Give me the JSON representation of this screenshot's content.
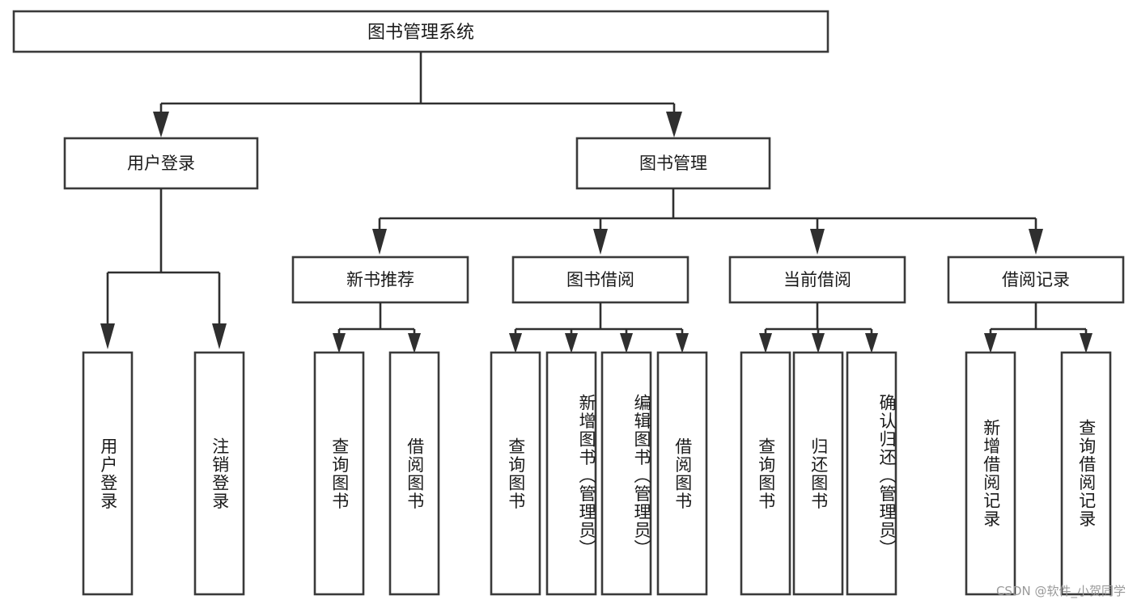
{
  "diagram": {
    "title": "图书管理系统",
    "type": "tree-hierarchy-diagram",
    "watermark": "CSDN @软件_小贺同学",
    "colors": {
      "background": "#ffffff",
      "box_border": "#3a3a3a",
      "connector": "#2f2f2f",
      "text": "#1a1a1a",
      "watermark": "#9a9a9a"
    },
    "root": {
      "label": "图书管理系统"
    },
    "level2": [
      {
        "label": "用户登录"
      },
      {
        "label": "图书管理"
      }
    ],
    "level3": [
      {
        "label": "新书推荐"
      },
      {
        "label": "图书借阅"
      },
      {
        "label": "当前借阅"
      },
      {
        "label": "借阅记录"
      }
    ],
    "leaves": {
      "user_login": [
        {
          "label": "用户登录"
        },
        {
          "label": "注销登录"
        }
      ],
      "new_book_recommend": [
        {
          "label": "查询图书"
        },
        {
          "label": "借阅图书"
        }
      ],
      "book_borrow": [
        {
          "label": "查询图书"
        },
        {
          "label": "新增图书（管理员）"
        },
        {
          "label": "编辑图书（管理员）"
        },
        {
          "label": "借阅图书"
        }
      ],
      "current_borrow": [
        {
          "label": "查询图书"
        },
        {
          "label": "归还图书"
        },
        {
          "label": "确认归还（管理员）"
        }
      ],
      "borrow_record": [
        {
          "label": "新增借阅记录"
        },
        {
          "label": "查询借阅记录"
        }
      ]
    }
  }
}
